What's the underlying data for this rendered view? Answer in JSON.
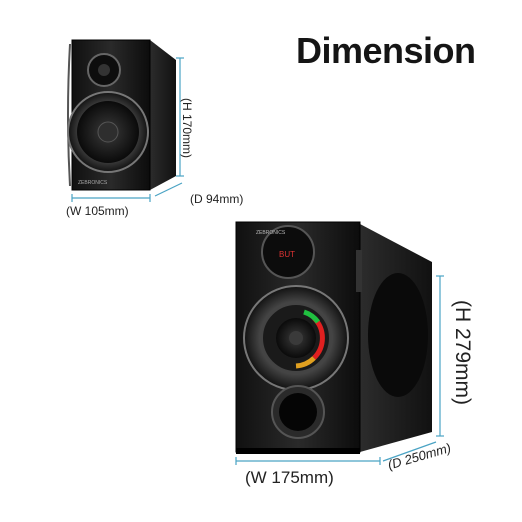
{
  "heading": "Dimension",
  "small_speaker": {
    "brand": "ZEBRONICS",
    "width": "(W 105mm)",
    "height": "(H 170mm)",
    "depth": "(D 94mm)"
  },
  "large_speaker": {
    "brand": "ZEBRONICS",
    "display": "BUT",
    "width": "(W 175mm)",
    "height": "(H 279mm)",
    "depth": "(D 250mm)"
  },
  "colors": {
    "dimension_line": "#4aa3c4",
    "speaker_body": "#1a1a1a"
  }
}
